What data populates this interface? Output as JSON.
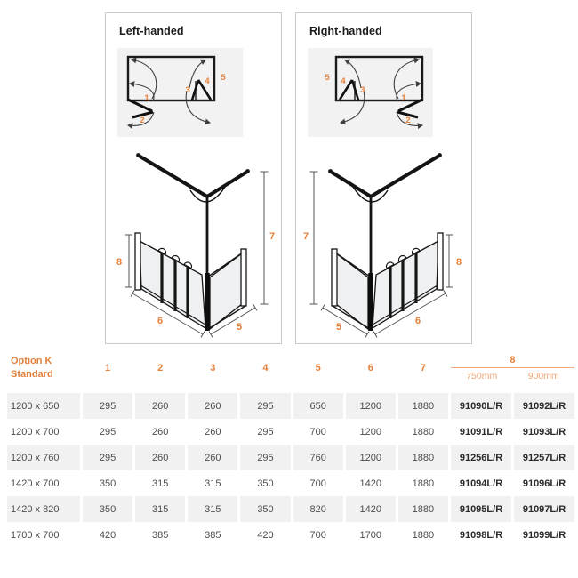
{
  "figures": {
    "left": {
      "title": "Left-handed"
    },
    "right": {
      "title": "Right-handed"
    },
    "labels": [
      "1",
      "2",
      "3",
      "4",
      "5",
      "6",
      "7",
      "8"
    ]
  },
  "colors": {
    "accent": "#e5803a",
    "accent_light": "#f0a67a",
    "row_alt": "#f1f1f2"
  },
  "table": {
    "title_line1": "Option K",
    "title_line2": "Standard",
    "columns": [
      "1",
      "2",
      "3",
      "4",
      "5",
      "6",
      "7"
    ],
    "group_column": "8",
    "sub_columns": [
      "750mm",
      "900mm"
    ],
    "rows": [
      {
        "size": "1200 x 650",
        "values": [
          "295",
          "260",
          "260",
          "295",
          "650",
          "1200",
          "1880"
        ],
        "codes": [
          "91090L/R",
          "91092L/R"
        ]
      },
      {
        "size": "1200 x 700",
        "values": [
          "295",
          "260",
          "260",
          "295",
          "700",
          "1200",
          "1880"
        ],
        "codes": [
          "91091L/R",
          "91093L/R"
        ]
      },
      {
        "size": "1200 x 760",
        "values": [
          "295",
          "260",
          "260",
          "295",
          "760",
          "1200",
          "1880"
        ],
        "codes": [
          "91256L/R",
          "91257L/R"
        ]
      },
      {
        "size": "1420 x 700",
        "values": [
          "350",
          "315",
          "315",
          "350",
          "700",
          "1420",
          "1880"
        ],
        "codes": [
          "91094L/R",
          "91096L/R"
        ]
      },
      {
        "size": "1420 x 820",
        "values": [
          "350",
          "315",
          "315",
          "350",
          "820",
          "1420",
          "1880"
        ],
        "codes": [
          "91095L/R",
          "91097L/R"
        ]
      },
      {
        "size": "1700 x 700",
        "values": [
          "420",
          "385",
          "385",
          "420",
          "700",
          "1700",
          "1880"
        ],
        "codes": [
          "91098L/R",
          "91099L/R"
        ]
      }
    ]
  }
}
